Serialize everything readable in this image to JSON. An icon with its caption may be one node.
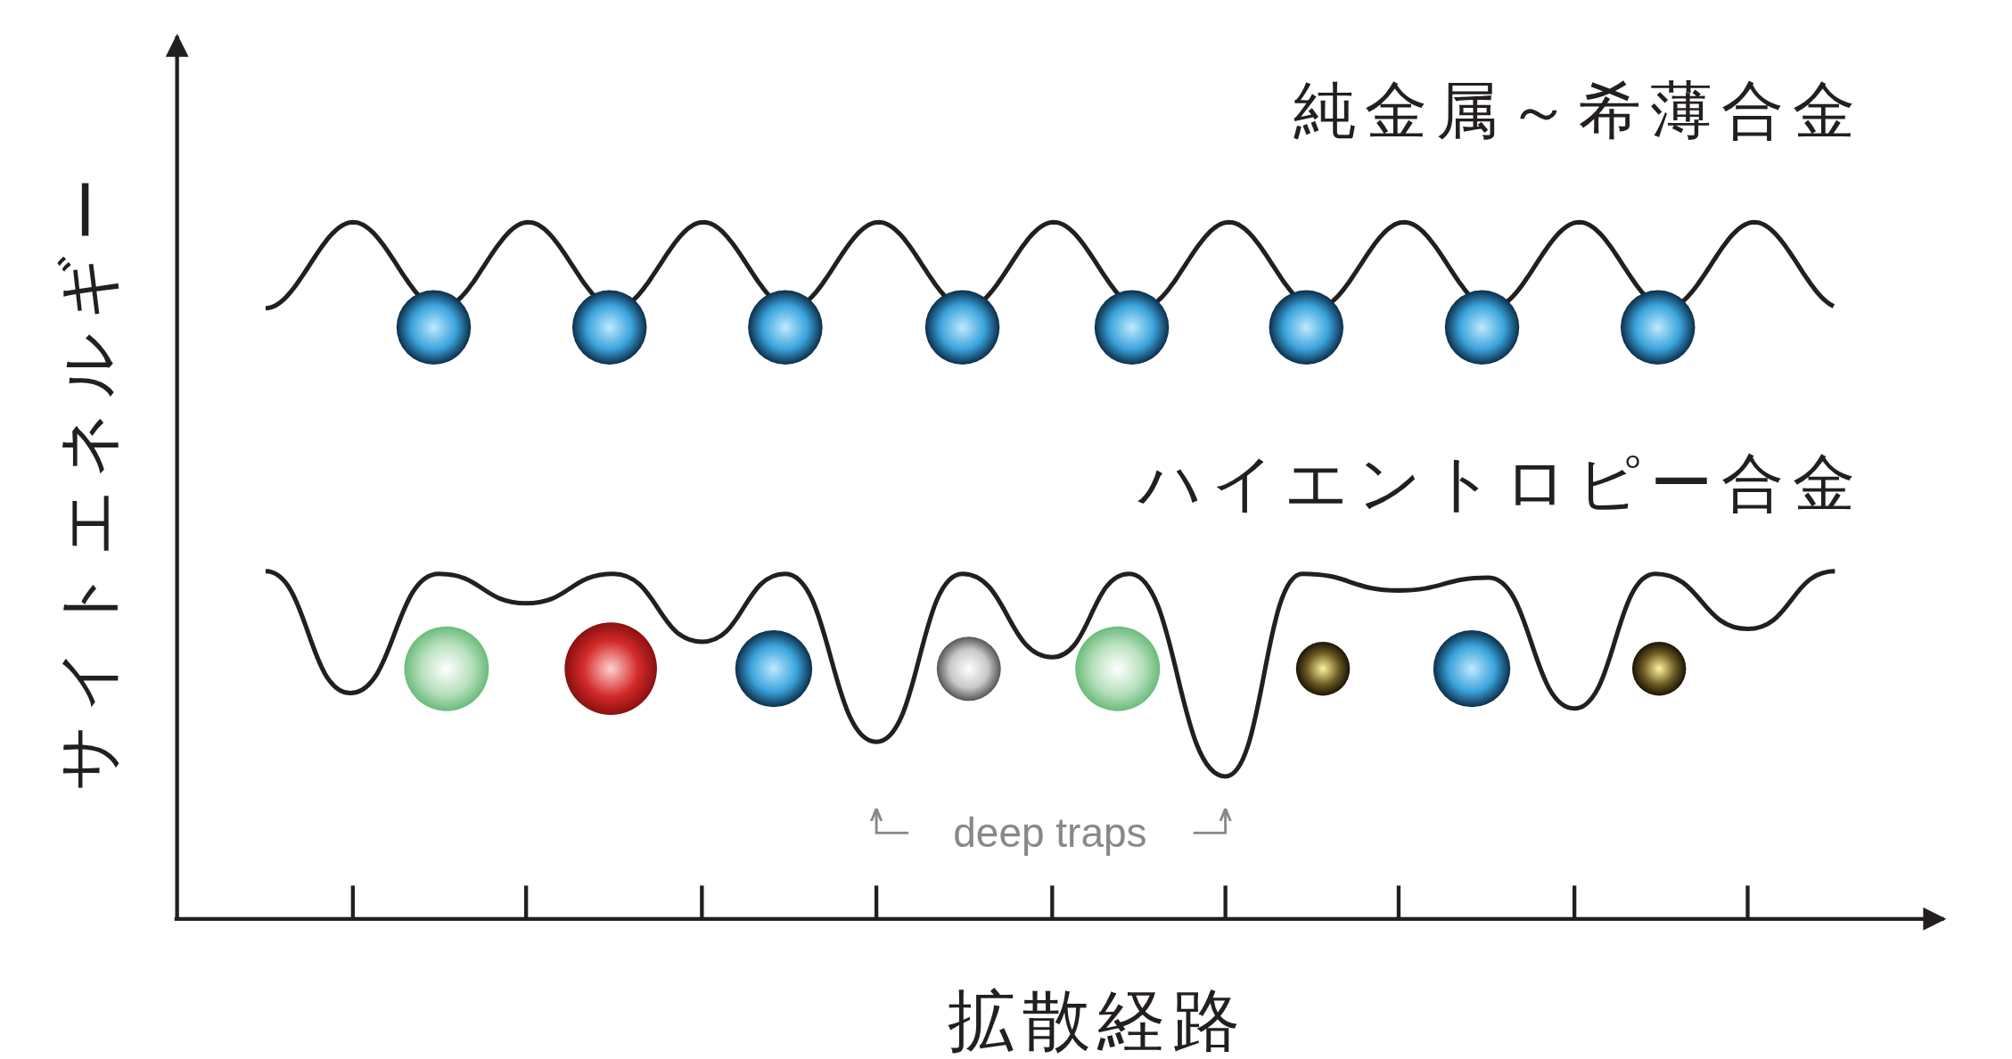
{
  "diagram": {
    "labels": [
      "純金属～希薄合金",
      "ハイエントロピー合金",
      "deep traps",
      "サイトエネルギー",
      "拡散経路"
    ]
  }
}
